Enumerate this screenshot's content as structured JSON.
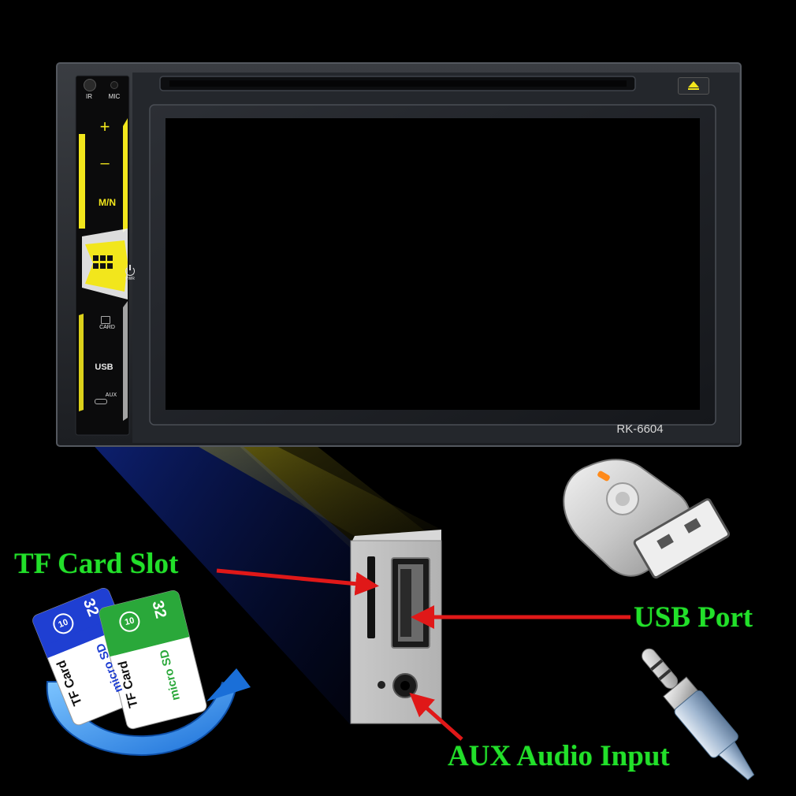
{
  "panel": {
    "model": "RK-6604",
    "buttons": {
      "ir": "IR",
      "mic": "MIC",
      "vol_up": "+",
      "vol_down": "–",
      "mode": "M/N",
      "pwr": "PWR",
      "card": "CARD",
      "usb": "USB",
      "aux": "AUX"
    }
  },
  "callouts": {
    "tf_card_slot": "TF Card Slot",
    "usb_port": "USB Port",
    "aux_audio_input": "AUX Audio Input"
  },
  "cards": {
    "blue_card": {
      "label": "TF Card",
      "brand": "micro SD",
      "capacity": "32",
      "class": "10"
    },
    "green_card": {
      "label": "TF Card",
      "brand": "micro SD",
      "capacity": "32",
      "class": "10"
    }
  },
  "colors": {
    "accent_yellow": "#f2e61c",
    "callout_green": "#22e02a",
    "arrow_red": "#e01818",
    "beam_blue": "#1a3fd8",
    "card_blue": "#1f3fd2",
    "card_green": "#2aa83a"
  },
  "icons": [
    "eject-icon",
    "menu-grid-icon",
    "power-icon",
    "sd-card-icon",
    "aux-jack-icon",
    "usb-flash-drive-icon",
    "audio-plug-icon",
    "refresh-arrow-icon"
  ]
}
